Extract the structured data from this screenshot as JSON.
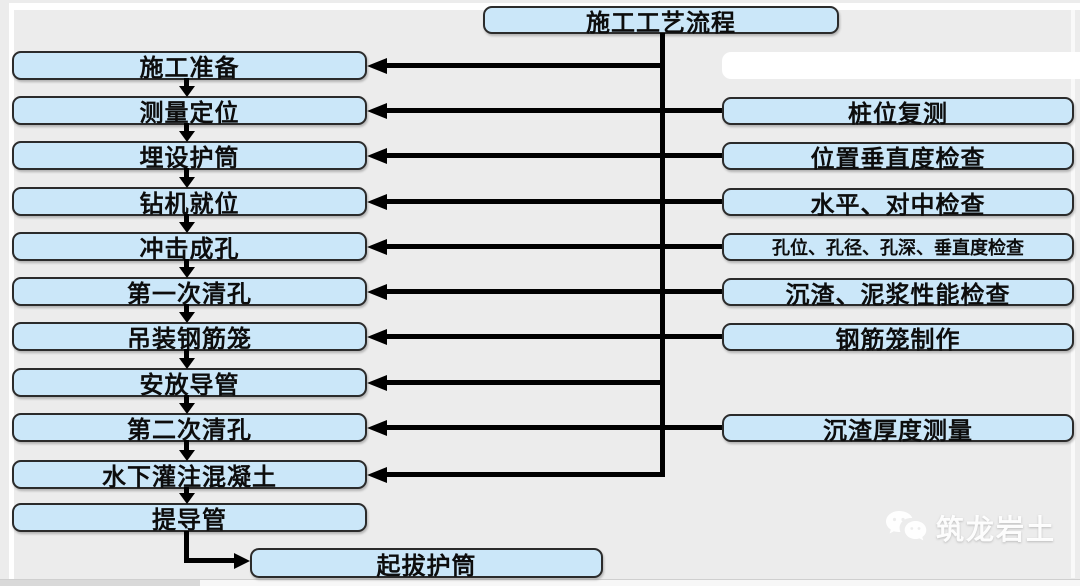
{
  "title": "施工工艺流程",
  "left_steps": [
    {
      "label": "施工准备"
    },
    {
      "label": "测量定位"
    },
    {
      "label": "埋设护筒"
    },
    {
      "label": "钻机就位"
    },
    {
      "label": "冲击成孔"
    },
    {
      "label": "第一次清孔"
    },
    {
      "label": "吊装钢筋笼"
    },
    {
      "label": "安放导管"
    },
    {
      "label": "第二次清孔"
    },
    {
      "label": "水下灌注混凝土"
    },
    {
      "label": "提导管"
    },
    {
      "label": "起拔护筒"
    }
  ],
  "right_checks": [
    {
      "label": "桩位复测",
      "small": false
    },
    {
      "label": "位置垂直度检查",
      "small": false
    },
    {
      "label": "水平、对中检查",
      "small": false
    },
    {
      "label": "孔位、孔径、孔深、垂直度检查",
      "small": true
    },
    {
      "label": "沉渣、泥浆性能检查",
      "small": false
    },
    {
      "label": "钢筋笼制作",
      "small": false
    },
    {
      "label": "沉渣厚度测量",
      "small": false
    }
  ],
  "watermark": {
    "brand": "筑龙岩土",
    "icon": "wechat-icon"
  },
  "colors": {
    "box_fill": "#cbe7f9",
    "box_border": "#2b2b2b",
    "line": "#000000",
    "background": "#ececec"
  }
}
